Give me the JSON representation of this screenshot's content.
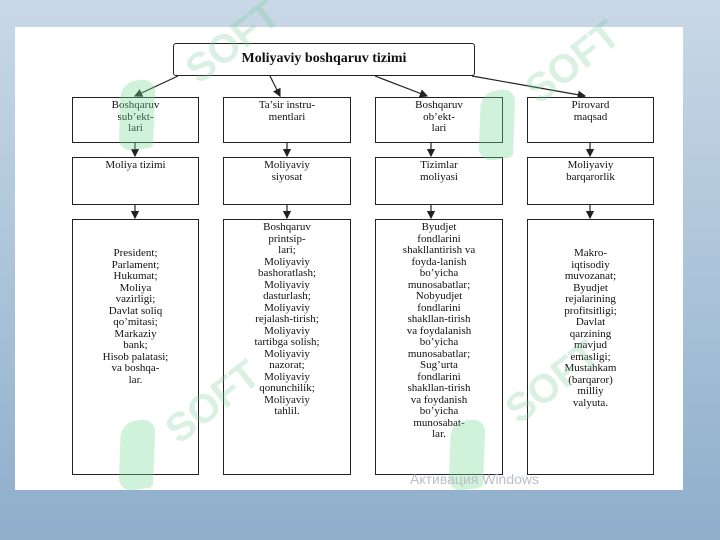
{
  "title": "Moliyaviy boshqaruv tizimi",
  "columns": [
    {
      "header": "Boshqaruv\nsub’ekt-\nlari",
      "mid": "Moliya tizimi",
      "detail": "President;\nParlament;\nHukumat;\nMoliya\nvazirligi;\nDavlat soliq\nqo’mitasi;\nMarkaziy\nbank;\nHisob palatasi;\nva boshqa-\nlar."
    },
    {
      "header": "Ta’sir instru-\nmentlari",
      "mid": "Moliyaviy\nsiyosat",
      "detail": "Boshqaruv\nprintsip-\nlari;\nMoliyaviy\nbashoratlash;\nMoliyaviy\ndasturlash;\nMoliyaviy\nrejalash-tirish;\nMoliyaviy\ntartibga solish;\nMoliyaviy\nnazorat;\nMoliyaviy\nqonunchilik;\nMoliyaviy\ntahlil."
    },
    {
      "header": "Boshqaruv\nob’ekt-\nlari",
      "mid": "Tizimlar\nmoliyasi",
      "detail": "Byudjet\nfondlarini\nshakllantirish va\nfoyda-lanish\nbo’yicha\nmunosabatlar;\nNobyudjet\nfondlarini\nshakllan-tirish\nva foydalanish\nbo’yicha\nmunosabatlar;\nSug’urta\nfondlarini\nshakllan-tirish\nva foydanish\nbo’yicha\nmunosabat-\nlar."
    },
    {
      "header": "Pirovard\nmaqsad",
      "mid": "Moliyaviy\nbarqarorlik",
      "detail": "Makro-\niqtisodiy\nmuvozanat;\nByudjet\nrejalarining\nprofitsitligi;\nDavlat\nqarzining\nmavjud\nemasligi;\nMustahkam\n(barqaror)\nmilliy\nvalyuta."
    }
  ],
  "watermark_text": "SOFT",
  "activation_text": "Активация Windows"
}
